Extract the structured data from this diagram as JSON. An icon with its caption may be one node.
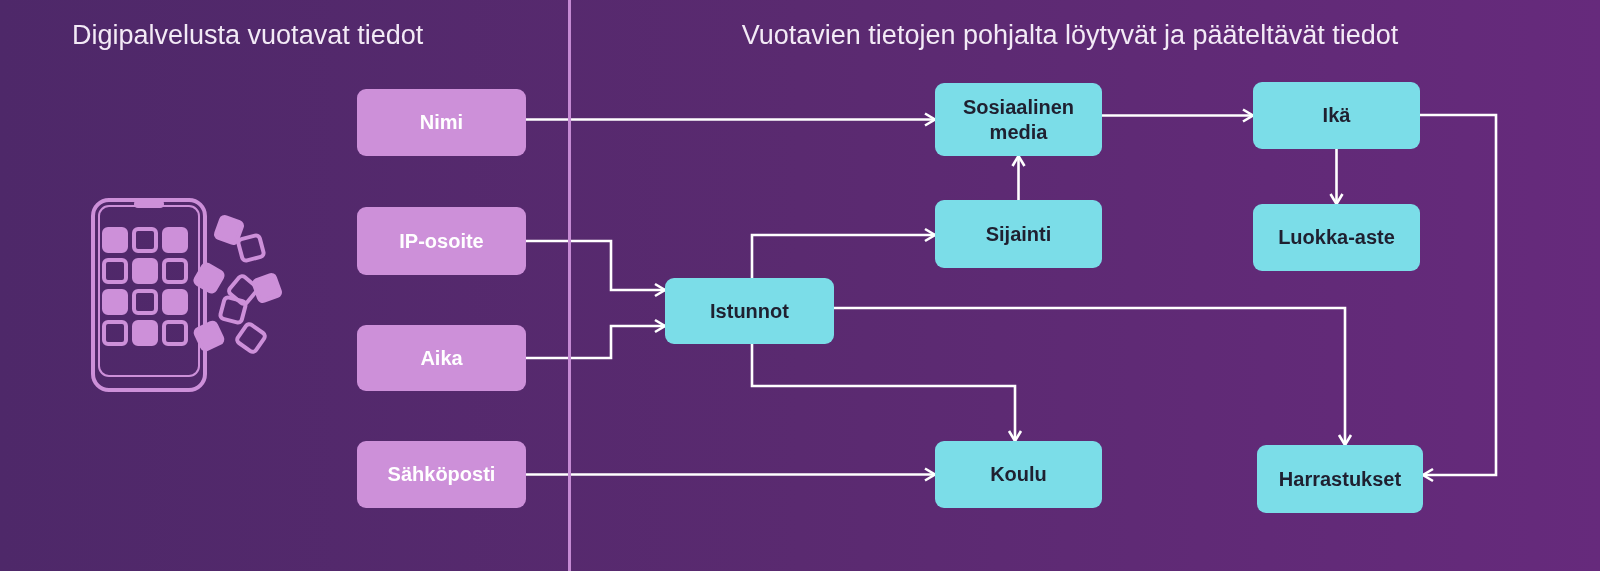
{
  "diagram": {
    "nodes": [
      {
        "text": [
          "Nimi"
        ]
      },
      {
        "text": [
          "IP-osoite"
        ]
      },
      {
        "text": [
          "Aika"
        ]
      },
      {
        "text": [
          "Sähköposti"
        ]
      },
      {
        "text": [
          "Istunnot"
        ]
      },
      {
        "text": [
          "Sosiaalinen media"
        ]
      },
      {
        "text": [
          "Sijainti"
        ]
      },
      {
        "text": [
          "Koulu"
        ]
      },
      {
        "text": [
          "Ikä"
        ]
      },
      {
        "text": [
          "Luokka-aste"
        ]
      },
      {
        "text": [
          "Harrastukset"
        ]
      }
    ],
    "edges": [
      {
        "from": 0,
        "to": 5,
        "arrow": "to"
      },
      {
        "from": 1,
        "to": 4,
        "arrow": "to"
      },
      {
        "from": 2,
        "to": 4,
        "arrow": "to"
      },
      {
        "from": 3,
        "to": 7,
        "arrow": "to"
      },
      {
        "from": 4,
        "to": 6,
        "arrow": "to"
      },
      {
        "from": 6,
        "to": 5,
        "arrow": "to"
      },
      {
        "from": 4,
        "to": 7,
        "arrow": "to"
      },
      {
        "from": 4,
        "to": 10,
        "arrow": "to"
      },
      {
        "from": 5,
        "to": 8,
        "arrow": "to"
      },
      {
        "from": 8,
        "to": 9,
        "arrow": "to"
      },
      {
        "from": 8,
        "to": 10,
        "arrow": "to"
      }
    ],
    "labels": [
      "Digipalvelusta vuotavat tiedot",
      "Vuotavien tietojen pohjalta löytyvät ja pääteltävät tiedot"
    ]
  }
}
